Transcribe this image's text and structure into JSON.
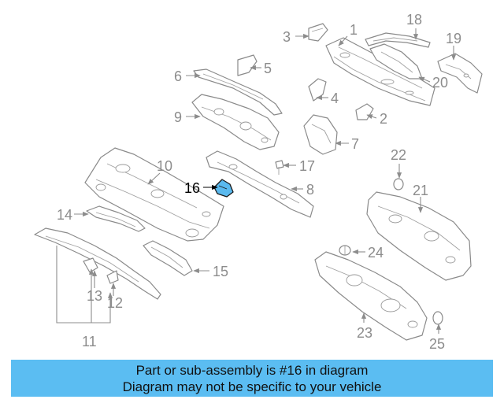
{
  "diagram": {
    "callouts": [
      "1",
      "2",
      "3",
      "4",
      "5",
      "6",
      "7",
      "8",
      "9",
      "10",
      "11",
      "12",
      "13",
      "14",
      "15",
      "16",
      "17",
      "18",
      "19",
      "20",
      "21",
      "22",
      "23",
      "24",
      "25"
    ],
    "highlighted_callout": "16",
    "highlight_color": "#5ab9ee",
    "part_outline_color": "#8a8a8a"
  },
  "banner": {
    "line1": "Part or sub-assembly is #16 in diagram",
    "line2": "Diagram may not be specific to your vehicle",
    "background_color": "#5bbdf2"
  }
}
